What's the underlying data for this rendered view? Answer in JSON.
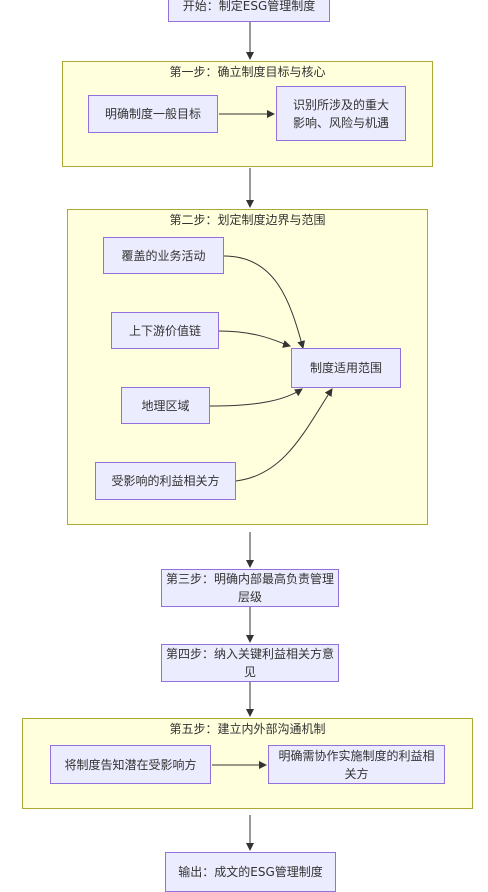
{
  "nodes": {
    "start": "开始：制定ESG管理制度",
    "s1_goal": "明确制度一般目标",
    "s1_identify": "识别所涉及的重大\n影响、风险与机遇",
    "s2_business": "覆盖的业务活动",
    "s2_chain": "上下游价值链",
    "s2_region": "地理区域",
    "s2_stakeholders": "受影响的利益相关方",
    "s2_scope": "制度适用范围",
    "step3": "第三步：明确内部最高负责管理层级",
    "step4": "第四步：纳入关键利益相关方意见",
    "s5_inform": "将制度告知潜在受影响方",
    "s5_clarify": "明确需协作实施制度的利益相关方",
    "output": "输出：成文的ESG管理制度"
  },
  "clusters": {
    "step1": "第一步：确立制度目标与核心",
    "step2": "第二步：划定制度边界与范围",
    "step5": "第五步：建立内外部沟通机制"
  },
  "colors": {
    "node_fill": "#ececff",
    "node_border": "#9370db",
    "cluster_fill": "#ffffde",
    "cluster_border": "#aaaa33",
    "edge": "#333333"
  }
}
